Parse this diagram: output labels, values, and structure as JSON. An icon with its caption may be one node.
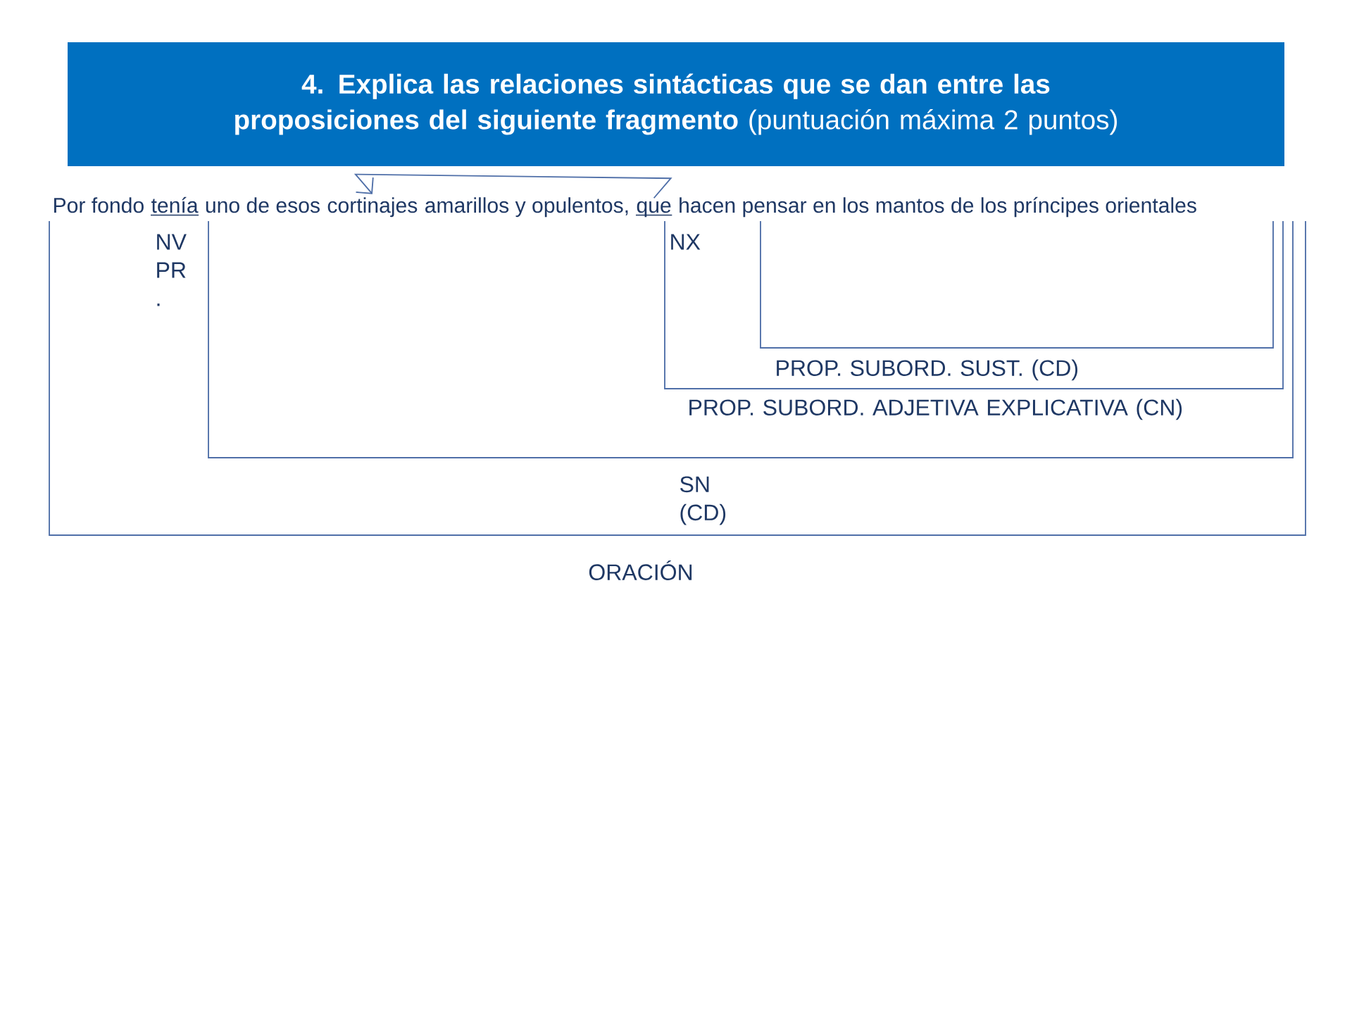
{
  "diagram": {
    "title": "**4. Explica las relaciones sintácticas que se dan entre las proposiciones del siguiente fragmento** (puntuación máxima 2 puntos)",
    "nodes": [
      {
        "text": [
          "Por fondo"
        ]
      },
      {
        "text": [
          "tenía"
        ]
      },
      {
        "text": [
          "uno de esos"
        ]
      },
      {
        "text": [
          "cortinajes"
        ]
      },
      {
        "text": [
          "amarillos y opulentos,"
        ]
      },
      {
        "text": [
          "que"
        ]
      },
      {
        "text": [
          "hacen pensar en los mantos de los príncipes orientales"
        ]
      },
      {
        "text": [
          "ORACIÓN"
        ]
      },
      {
        "text": [
          "SN (CD)"
        ]
      },
      {
        "text": [
          "PROP. SUBORD. ADJETIVA EXPLICATIVA (CN)"
        ]
      },
      {
        "text": [
          "PROP. SUBORD. SUST. (CD)"
        ]
      }
    ],
    "edges": [
      {
        "from": 5,
        "to": 3,
        "arrow": "to"
      }
    ],
    "labels": [
      "NV PR .",
      "NX"
    ]
  }
}
